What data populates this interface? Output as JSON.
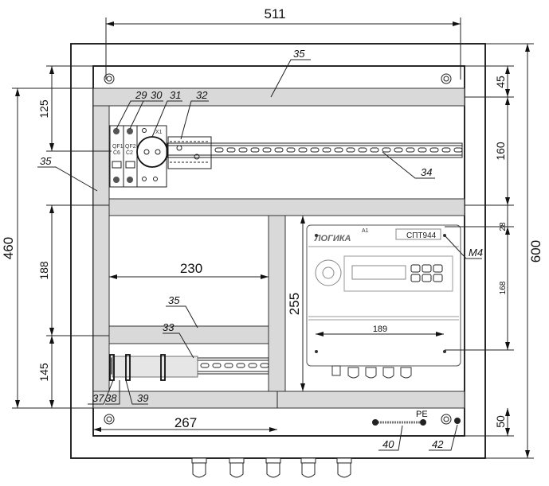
{
  "dimensions": {
    "overall_width": "511",
    "overall_height": "600",
    "plate_height": "460",
    "top_to_rail": "125",
    "mid_height": "188",
    "bottom_height": "145",
    "right_top": "45",
    "right_rail_gap": "160",
    "right_device_top": "28",
    "right_device_holes": "168",
    "right_bottom": "50",
    "duct_width": "230",
    "device_zone_height": "255",
    "bottom_duct_length": "267",
    "device_mount_width": "189"
  },
  "callouts": {
    "duct_top": "35",
    "duct_left": "35",
    "duct_mid": "35",
    "qf1": "29",
    "qf2": "30",
    "socket": "31",
    "terminal": "32",
    "din_rail_top": "34",
    "terminals_bottom": "33",
    "end_stop": "37",
    "terminal_38": "38",
    "terminal_39": "39",
    "pe_bus": "40",
    "ground_bolt": "42",
    "mount_screw": "M4"
  },
  "components": {
    "qf1_name": "QF1",
    "qf1_rating": "C6",
    "qf2_name": "QF2",
    "qf2_rating": "C2",
    "socket_tag": "X1",
    "device_ref": "A1",
    "device_brand": "ЛОГИКА",
    "device_model": "СПТ944",
    "pe_label": "PE"
  }
}
